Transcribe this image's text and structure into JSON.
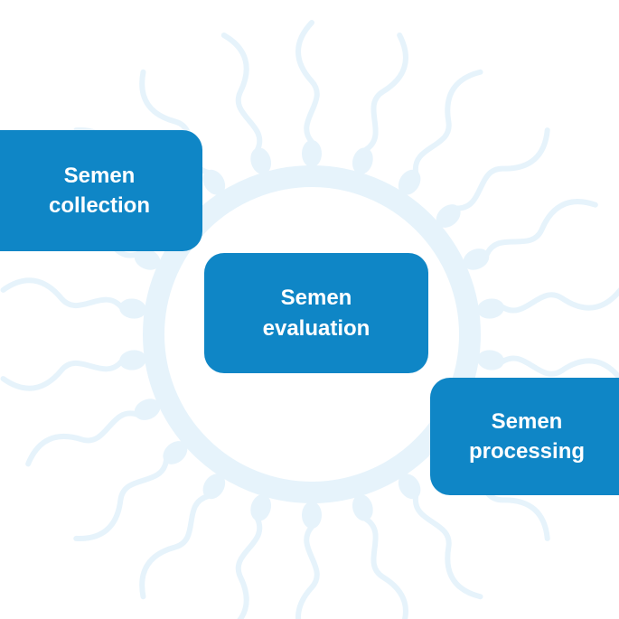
{
  "diagram": {
    "background_motif": "sperm-ring-icon",
    "colors": {
      "box_fill": "#0f86c6",
      "box_text": "#ffffff",
      "motif": "#e6f3fb"
    },
    "stages": [
      {
        "lines": [
          "Semen",
          "collection"
        ]
      },
      {
        "lines": [
          "Semen",
          "evaluation"
        ]
      },
      {
        "lines": [
          "Semen",
          "processing"
        ]
      }
    ]
  }
}
